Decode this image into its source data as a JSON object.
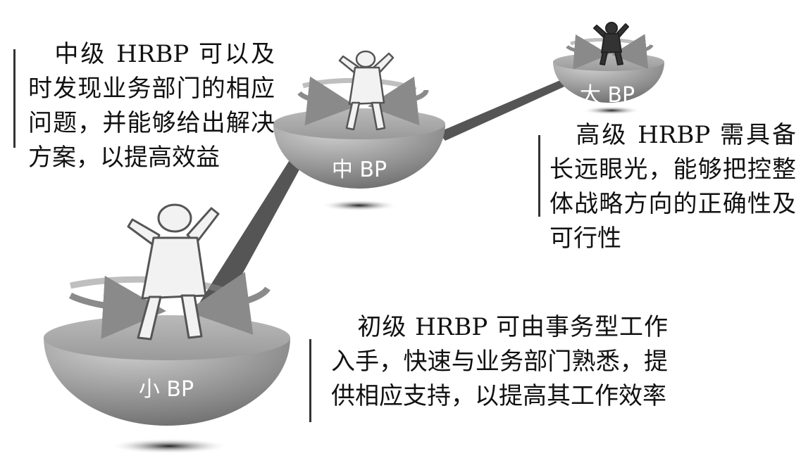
{
  "levels": [
    {
      "id": "small",
      "label": "小 BP",
      "text": "初级 HRBP 可由事务型工作入手，快速与业务部门熟悉，提供相应支持，以提高其工作效率"
    },
    {
      "id": "middle",
      "label": "中 BP",
      "text": "中级 HRBP 可以及时发现业务部门的相应问题，并能够给出解决方案，以提高效益"
    },
    {
      "id": "large",
      "label": "大 BP",
      "text": "高级 HRBP 需具备长远眼光，能够把控整体战略方向的正确性及可行性"
    }
  ],
  "colors": {
    "bowl_light": "#d2d2d2",
    "bowl_dark": "#6e6e6e",
    "figure_fill": "#f2f2f2",
    "figure_stroke": "#555555",
    "rod": "#555555",
    "arrow": "#8a8a8a"
  }
}
